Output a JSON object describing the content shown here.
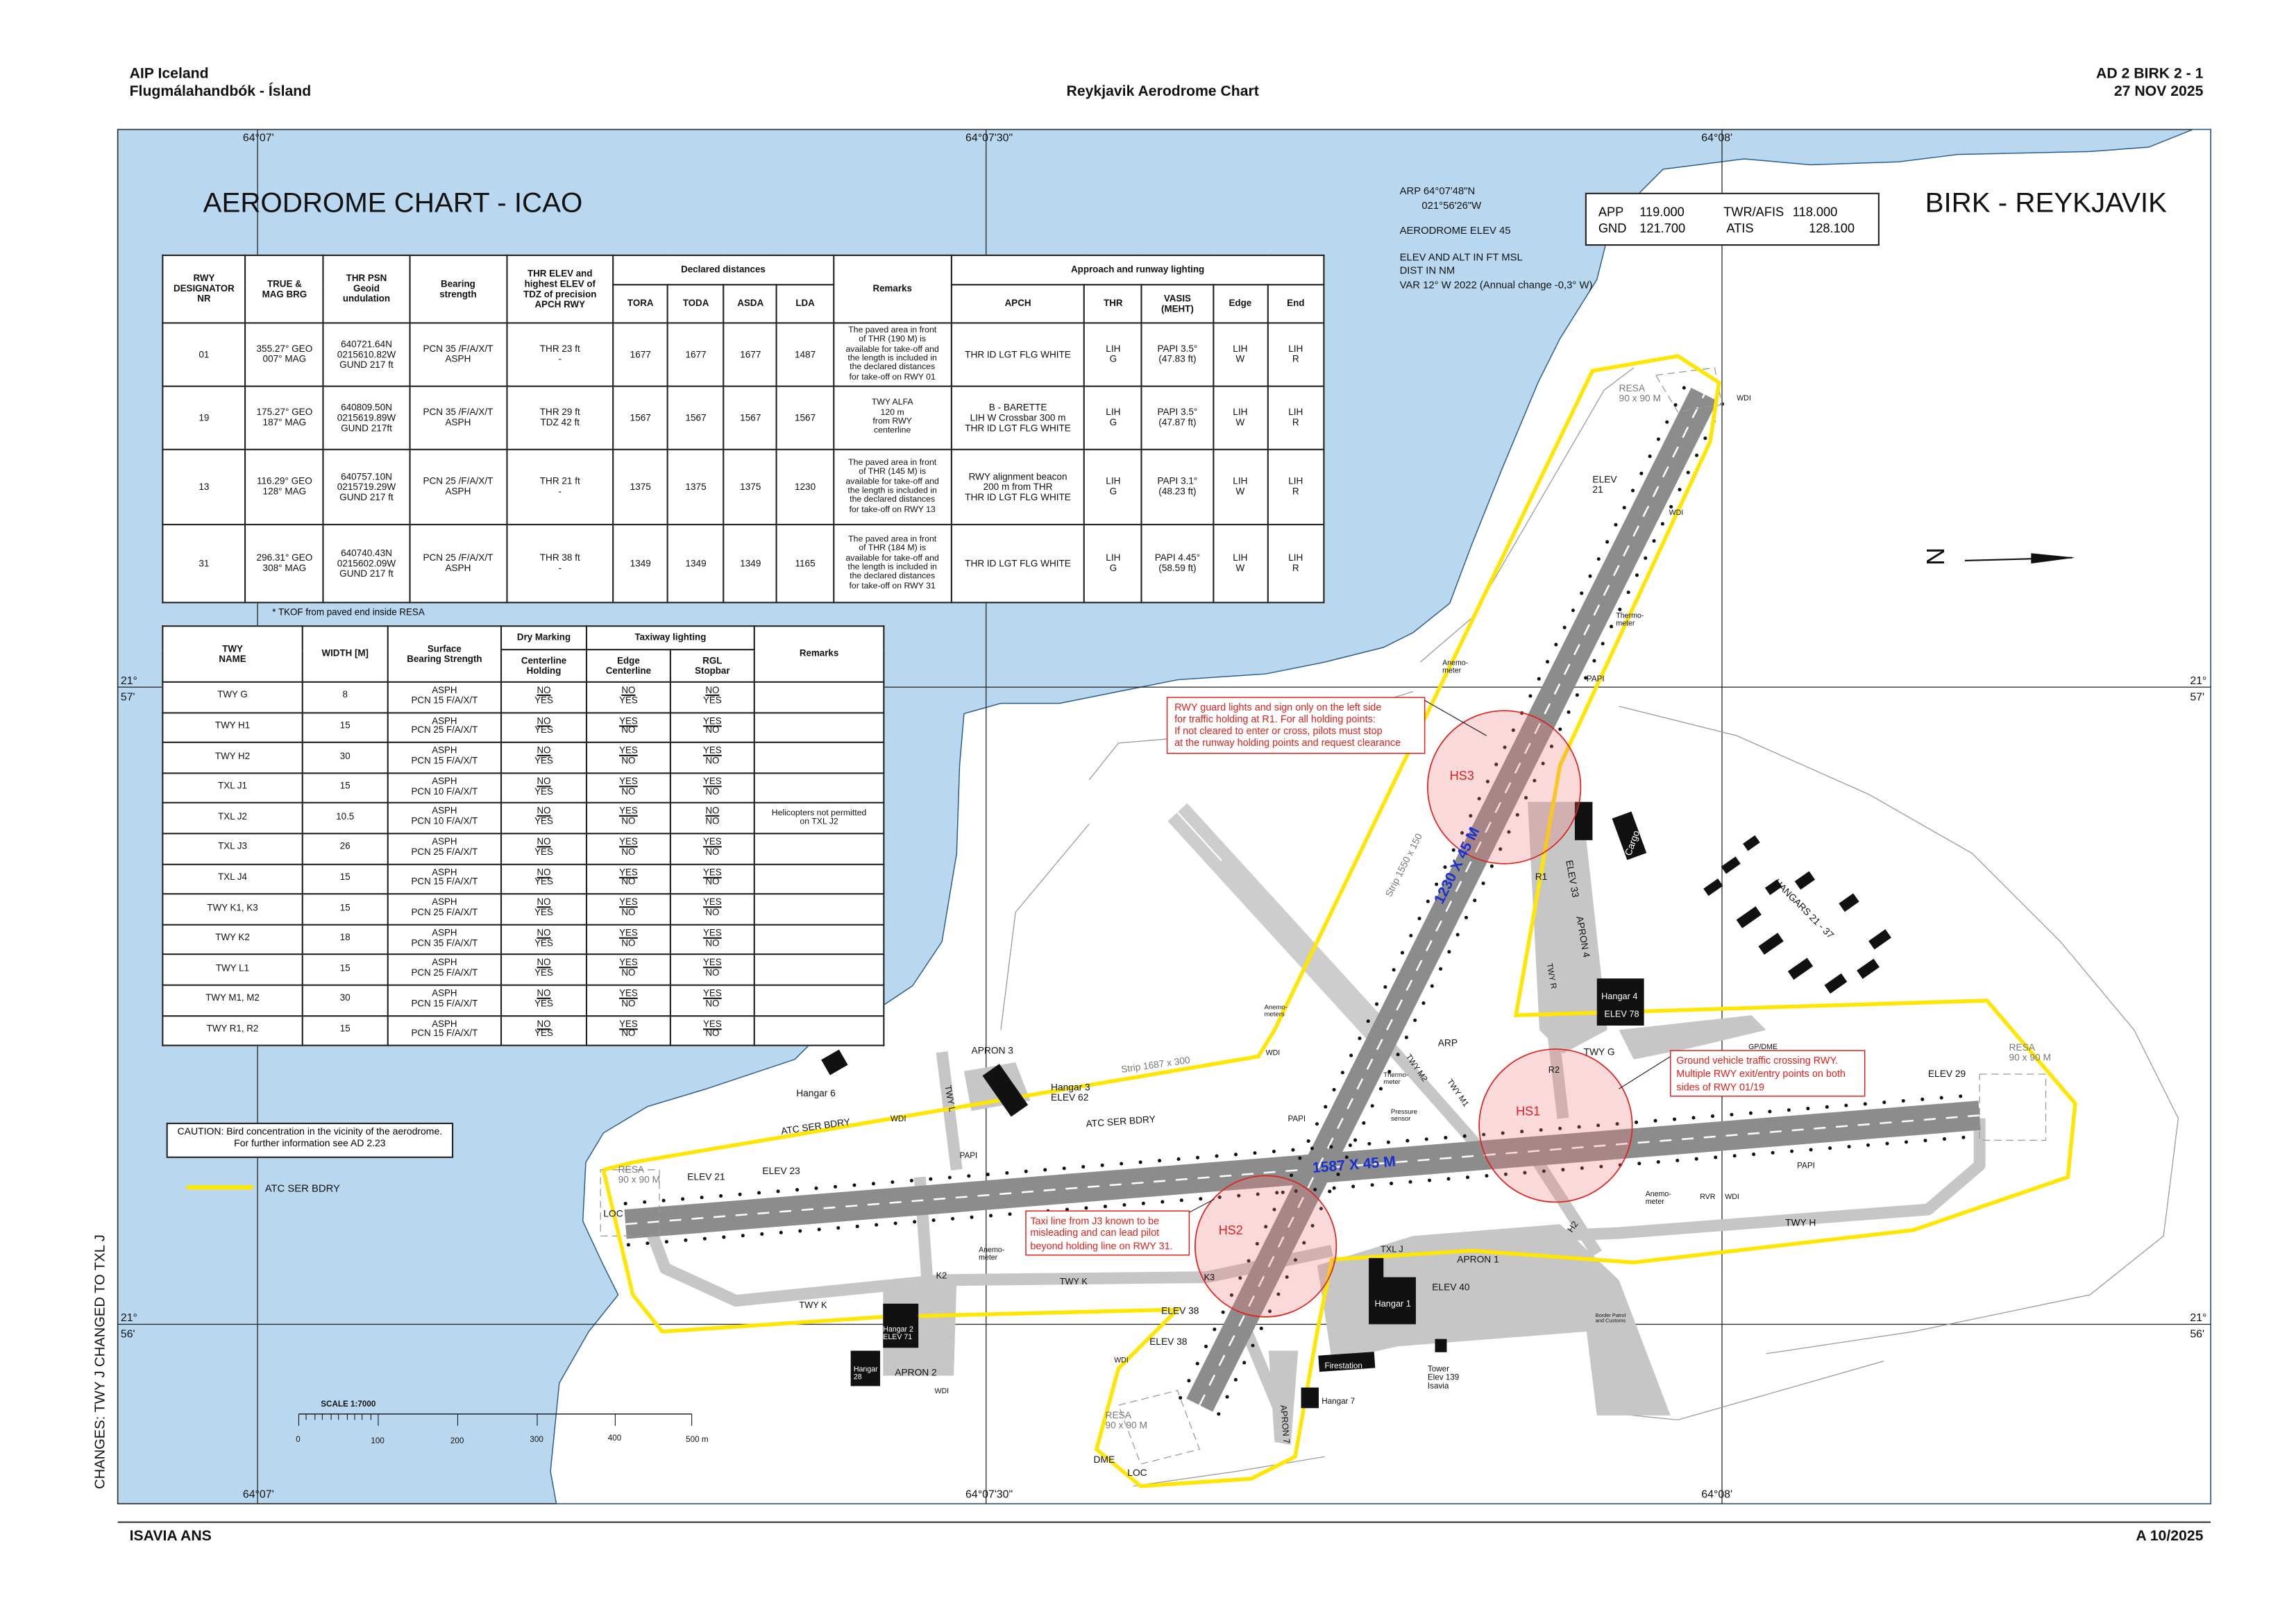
{
  "header": {
    "org_line1": "AIP Iceland",
    "org_line2": "Flugmálahandbók - Ísland",
    "chart_title": "Reykjavik Aerodrome Chart",
    "doc_id": "AD 2 BIRK 2 - 1",
    "date": "27 NOV 2025"
  },
  "footer": {
    "publisher": "ISAVIA ANS",
    "amendment": "A 10/2025"
  },
  "side_note": "CHANGES: TWY J CHANGED TO TXL J",
  "chart": {
    "title": "AERODROME CHART - ICAO",
    "aerodrome": "BIRK - REYKJAVIK",
    "north": "N"
  },
  "grid": {
    "lon": [
      "64°07'",
      "64°07'30\"",
      "64°08'"
    ],
    "lat": [
      {
        "deg": "21°",
        "min": "57'"
      },
      {
        "deg": "21°",
        "min": "56'"
      }
    ]
  },
  "aerodrome_info": {
    "arp_lat": "ARP 64°07'48\"N",
    "arp_lon": "021°56'26\"W",
    "elev": "AERODROME ELEV 45",
    "units1": "ELEV AND ALT IN FT MSL",
    "units2": "DIST IN NM",
    "var": "VAR 12° W  2022 (Annual change -0,3° W)"
  },
  "frequencies": [
    {
      "label": "APP",
      "value": "119.000"
    },
    {
      "label": "GND",
      "value": "121.700"
    },
    {
      "label": "TWR/AFIS",
      "value": "118.000"
    },
    {
      "label": "ATIS",
      "value": "128.100"
    }
  ],
  "runway_table": {
    "headers": {
      "designator": "RWY\nDESIGNATOR\nNR",
      "brg": "TRUE &\nMAG BRG",
      "thr_psn": "THR PSN\nGeoid\nundulation",
      "bearing": "Bearing\nstrength",
      "thr_elev": "THR ELEV and\nhighest ELEV  of\nTDZ of precision\nAPCH RWY",
      "declared": "Declared distances",
      "tora": "TORA",
      "toda": "TODA",
      "asda": "ASDA",
      "lda": "LDA",
      "remarks": "Remarks",
      "lighting": "Approach and runway lighting",
      "apch": "APCH",
      "thr": "THR",
      "vasis": "VASIS\n(MEHT)",
      "edge": "Edge",
      "end": "End"
    },
    "rows": [
      {
        "designator": "01",
        "brg": "355.27° GEO\n007° MAG",
        "thr_psn": "640721.64N\n0215610.82W\nGUND 217 ft",
        "bearing": "PCN 35 /F/A/X/T\nASPH",
        "thr_elev": "THR 23 ft\n-",
        "tora": "1677",
        "toda": "1677",
        "asda": "1677",
        "lda": "1487",
        "remarks": "The paved area in front\nof THR (190 M) is\navailable for take-off and\nthe length is included in\nthe declared  distances\nfor take-off on RWY 01",
        "apch": "THR ID LGT FLG WHITE",
        "thr": "LIH\nG",
        "vasis": "PAPI 3.5°\n(47.83 ft)",
        "edge": "LIH\nW",
        "end": "LIH\nR"
      },
      {
        "designator": "19",
        "brg": "175.27° GEO\n187° MAG",
        "thr_psn": "640809.50N\n0215619.89W\nGUND 217ft",
        "bearing": "PCN 35 /F/A/X/T\nASPH",
        "thr_elev": "THR 29 ft\nTDZ 42 ft",
        "tora": "1567",
        "toda": "1567",
        "asda": "1567",
        "lda": "1567",
        "remarks": "TWY ALFA\n120 m\nfrom RWY\ncenterline",
        "apch": "B - BARETTE\nLIH W Crossbar 300 m\nTHR ID LGT FLG WHITE",
        "thr": "LIH\nG",
        "vasis": "PAPI 3.5°\n(47.87 ft)",
        "edge": "LIH\nW",
        "end": "LIH\nR"
      },
      {
        "designator": "13",
        "brg": "116.29° GEO\n128° MAG",
        "thr_psn": "640757.10N\n0215719.29W\nGUND 217 ft",
        "bearing": "PCN 25 /F/A/X/T\nASPH",
        "thr_elev": "THR 21 ft\n-",
        "tora": "1375",
        "toda": "1375",
        "asda": "1375",
        "lda": "1230",
        "remarks": "The paved area in front\nof THR (145 M) is\navailable for take-off and\nthe length is included in\nthe declared  distances\nfor take-off on RWY 13",
        "apch": "RWY alignment beacon\n200 m from THR\nTHR ID LGT FLG WHITE",
        "thr": "LIH\nG",
        "vasis": "PAPI 3.1°\n(48.23 ft)",
        "edge": "LIH\nW",
        "end": "LIH\nR"
      },
      {
        "designator": "31",
        "brg": "296.31° GEO\n308° MAG",
        "thr_psn": "640740.43N\n0215602.09W\nGUND 217 ft",
        "bearing": "PCN 25 /F/A/X/T\nASPH",
        "thr_elev": "THR 38 ft\n-",
        "tora": "1349",
        "toda": "1349",
        "asda": "1349",
        "lda": "1165",
        "remarks": "The paved area in front\nof THR (184 M) is\navailable for take-off and\nthe length is included in\nthe declared  distances\nfor take-off on RWY 31",
        "apch": "THR ID LGT FLG WHITE",
        "thr": "LIH\nG",
        "vasis": "PAPI 4.45°\n(58.59 ft)",
        "edge": "LIH\nW",
        "end": "LIH\nR"
      }
    ],
    "footnote": "* TKOF from paved end  inside RESA"
  },
  "taxiway_table": {
    "headers": {
      "name": "TWY\nNAME",
      "width": "WIDTH [M]",
      "surface": "Surface\nBearing Strength",
      "dry": "Dry Marking",
      "lighting": "Taxiway lighting",
      "remarks": "Remarks",
      "centerline": "Centerline\nHolding",
      "edge": "Edge\nCenterline",
      "rgl": "RGL\nStopbar"
    },
    "rows": [
      {
        "name": "TWY G",
        "width": "8",
        "surface": "ASPH\nPCN 15 F/A/X/T",
        "dry": [
          "NO",
          "YES"
        ],
        "edge": [
          "NO",
          "YES"
        ],
        "rgl": [
          "NO",
          "YES"
        ],
        "remarks": ""
      },
      {
        "name": "TWY H1",
        "width": "15",
        "surface": "ASPH\nPCN 25 F/A/X/T",
        "dry": [
          "NO",
          "YES"
        ],
        "edge": [
          "YES",
          "NO"
        ],
        "rgl": [
          "YES",
          "NO"
        ],
        "remarks": ""
      },
      {
        "name": "TWY H2",
        "width": "30",
        "surface": "ASPH\nPCN 15 F/A/X/T",
        "dry": [
          "NO",
          "YES"
        ],
        "edge": [
          "YES",
          "NO"
        ],
        "rgl": [
          "YES",
          "NO"
        ],
        "remarks": ""
      },
      {
        "name": "TXL J1",
        "width": "15",
        "surface": "ASPH\nPCN 10 F/A/X/T",
        "dry": [
          "NO",
          "YES"
        ],
        "edge": [
          "YES",
          "NO"
        ],
        "rgl": [
          "YES",
          "NO"
        ],
        "remarks": ""
      },
      {
        "name": "TXL J2",
        "width": "10.5",
        "surface": "ASPH\nPCN 10 F/A/X/T",
        "dry": [
          "NO",
          "YES"
        ],
        "edge": [
          "YES",
          "NO"
        ],
        "rgl": [
          "NO",
          "NO"
        ],
        "remarks": "Helicopters not permitted\non TXL J2"
      },
      {
        "name": "TXL J3",
        "width": "26",
        "surface": "ASPH\nPCN 25 F/A/X/T",
        "dry": [
          "NO",
          "YES"
        ],
        "edge": [
          "YES",
          "NO"
        ],
        "rgl": [
          "YES",
          "NO"
        ],
        "remarks": ""
      },
      {
        "name": "TXL J4",
        "width": "15",
        "surface": "ASPH\nPCN 15 F/A/X/T",
        "dry": [
          "NO",
          "YES"
        ],
        "edge": [
          "YES",
          "NO"
        ],
        "rgl": [
          "YES",
          "NO"
        ],
        "remarks": ""
      },
      {
        "name": "TWY K1, K3",
        "width": "15",
        "surface": "ASPH\nPCN 25 F/A/X/T",
        "dry": [
          "NO",
          "YES"
        ],
        "edge": [
          "YES",
          "NO"
        ],
        "rgl": [
          "YES",
          "NO"
        ],
        "remarks": ""
      },
      {
        "name": "TWY K2",
        "width": "18",
        "surface": "ASPH\nPCN 35 F/A/X/T",
        "dry": [
          "NO",
          "YES"
        ],
        "edge": [
          "YES",
          "NO"
        ],
        "rgl": [
          "YES",
          "NO"
        ],
        "remarks": ""
      },
      {
        "name": "TWY L1",
        "width": "15",
        "surface": "ASPH\nPCN 25 F/A/X/T",
        "dry": [
          "NO",
          "YES"
        ],
        "edge": [
          "YES",
          "NO"
        ],
        "rgl": [
          "YES",
          "NO"
        ],
        "remarks": ""
      },
      {
        "name": "TWY M1, M2",
        "width": "30",
        "surface": "ASPH\nPCN 15 F/A/X/T",
        "dry": [
          "NO",
          "YES"
        ],
        "edge": [
          "YES",
          "NO"
        ],
        "rgl": [
          "YES",
          "NO"
        ],
        "remarks": ""
      },
      {
        "name": "TWY R1, R2",
        "width": "15",
        "surface": "ASPH\nPCN 15 F/A/X/T",
        "dry": [
          "NO",
          "YES"
        ],
        "edge": [
          "YES",
          "NO"
        ],
        "rgl": [
          "YES",
          "NO"
        ],
        "remarks": ""
      }
    ]
  },
  "caution": {
    "line1": "CAUTION: Bird concentration in the vicinity of the aerodrome.",
    "line2": "For further information see AD 2.23"
  },
  "legend": {
    "atc_boundary": "ATC SER BDRY"
  },
  "scale": {
    "title": "SCALE 1:7000",
    "ticks": [
      "0",
      "100",
      "200",
      "300",
      "400",
      "500 m"
    ]
  },
  "runways": {
    "rwy_01_19": "1230 X 45 M",
    "rwy_13_31": "1587 X 45 M"
  },
  "hotspots": [
    "HS1",
    "HS2",
    "HS3"
  ],
  "notes": {
    "hs3": [
      "RWY guard lights and sign only on the left side",
      "for traffic holding at R1.  For all holding points:",
      "If not cleared to enter or cross, pilots must stop",
      "at the runway holding points and request clearance"
    ],
    "hs1": [
      "Ground vehicle traffic crossing RWY.",
      "Multiple RWY exit/entry points on both",
      "sides of RWY 01/19"
    ],
    "hs2": [
      "Taxi line from J3 known to be",
      "misleading and can lead pilot",
      "beyond holding line on RWY 31."
    ]
  },
  "colors": {
    "water": "#b9d8ef",
    "runway": "#8c8c8c",
    "taxiway": "#c6c6c6",
    "boundary": "#ffe600",
    "hotspot": "#e0201c",
    "rwy_label": "#1a2fd0"
  },
  "map_labels": {
    "resa_19": "RESA\n90 x 90 M",
    "wdi_1": "WDI",
    "elev_21_n": "ELEV\n21",
    "wdi_2": "WDI",
    "thermometer_1": "Thermo-\nmeter",
    "anemometer_1": "Anemo-\nmeter",
    "papi_1": "PAPI",
    "strip_01": "Strip 1550 x 150",
    "r1": "R1",
    "elev_33": "ELEV 33",
    "apron_4": "APRON 4",
    "twy_r": "TWY R",
    "cargo": "Cargo",
    "hangars": "HANGARS 21 - 37",
    "hangar_4": "Hangar 4",
    "elev_78": "ELEV 78",
    "gp_dme": "GP/DME",
    "twy_g": "TWY G",
    "r2": "R2",
    "arp": "ARP",
    "resa_31": "RESA\n90 x 90 M",
    "elev_29": "ELEV 29",
    "papi_2": "PAPI",
    "anemometer_2": "Anemo-\nmeter",
    "rvr": "RVR",
    "wdi_3": "WDI",
    "twy_h": "TWY H",
    "h2": "H2",
    "apron_1": "APRON 1",
    "txl_j": "TXL J",
    "elev_40": "ELEV 40",
    "hangar_1": "Hangar 1",
    "tower": "Tower\nElev 139\nIsavia",
    "border": "Border Patrol\nand Customs",
    "firestation": "Firestation",
    "hangar_7": "Hangar 7",
    "apron_7": "APRON 7",
    "dme": "DME",
    "loc_1": "LOC",
    "resa_01": "RESA\n90 x 90 M",
    "elev_38a": "ELEV 38",
    "elev_38b": "ELEV 38",
    "wdi_4": "WDI",
    "k3": "K3",
    "twy_k_1": "TWY K",
    "twy_k_2": "TWY K",
    "k2": "K2",
    "anemometer_3": "Anemo-\nmeter",
    "apron_2": "APRON 2",
    "wdi_5": "WDI",
    "hangar_2": "Hangar 2\nELEV 71",
    "hangar_28": "Hangar\n28",
    "papi_3": "PAPI",
    "wdi_6": "WDI",
    "atc_bdry_1": "ATC SER BDRY",
    "atc_bdry_2": "ATC SER BDRY",
    "hangar_3": "Hangar 3\nELEV 62",
    "apron_3": "APRON 3",
    "twy_l": "TWY L",
    "hangar_6": "Hangar 6",
    "strip_13": "Strip 1687 x 300",
    "anemometers": "Anemo-\nmeters",
    "wdi_7": "WDI",
    "papi_4": "PAPI",
    "thermometer_2": "Thermo-\nmeter",
    "pressure": "Pressure\nsensor",
    "twy_m2": "TWY M2",
    "twy_m1": "TWY M1",
    "resa_13": "RESA\n90 x 90 M",
    "elev_21_w": "ELEV 21",
    "elev_23": "ELEV 23",
    "loc_2": "LOC"
  }
}
